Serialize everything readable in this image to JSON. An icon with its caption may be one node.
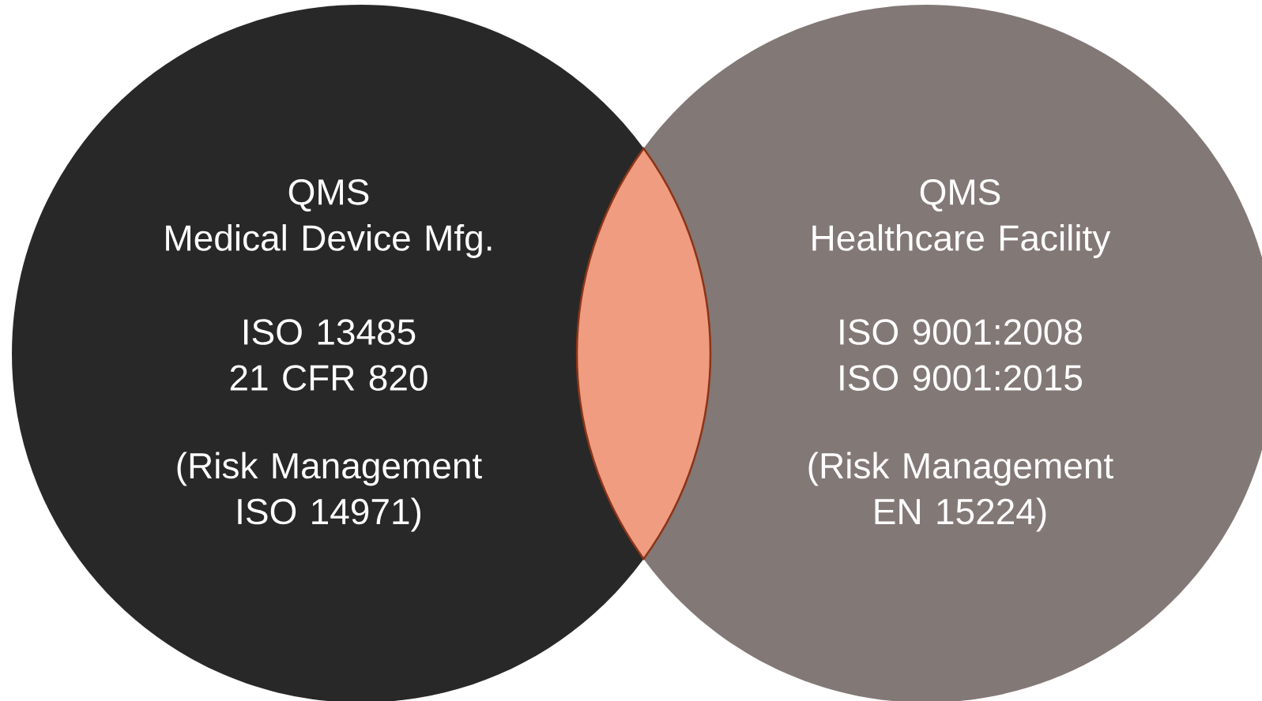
{
  "diagram": {
    "nodes": [
      {
        "text": [
          "QMS",
          "Medical Device Mfg.",
          "ISO 13485",
          "21 CFR 820",
          "(Risk Management ISO 14971)"
        ]
      },
      {
        "text": [
          "QMS",
          "Healthcare Facility",
          "ISO 9001:2008",
          "ISO 9001:2015",
          "(Risk Management EN 15224)"
        ]
      },
      {
        "text": [],
        "shape": "lens"
      }
    ]
  }
}
